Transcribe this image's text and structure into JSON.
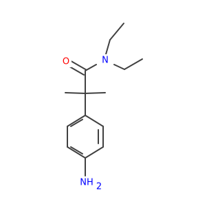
{
  "colors": {
    "bond": "#404040",
    "oxygen": "#ff0000",
    "nitrogen": "#0000ff",
    "background": "#ffffff"
  },
  "atoms": {
    "oxygen": "O",
    "amide_nitrogen": "N",
    "amine": "NH",
    "amine_subscript": "2"
  }
}
